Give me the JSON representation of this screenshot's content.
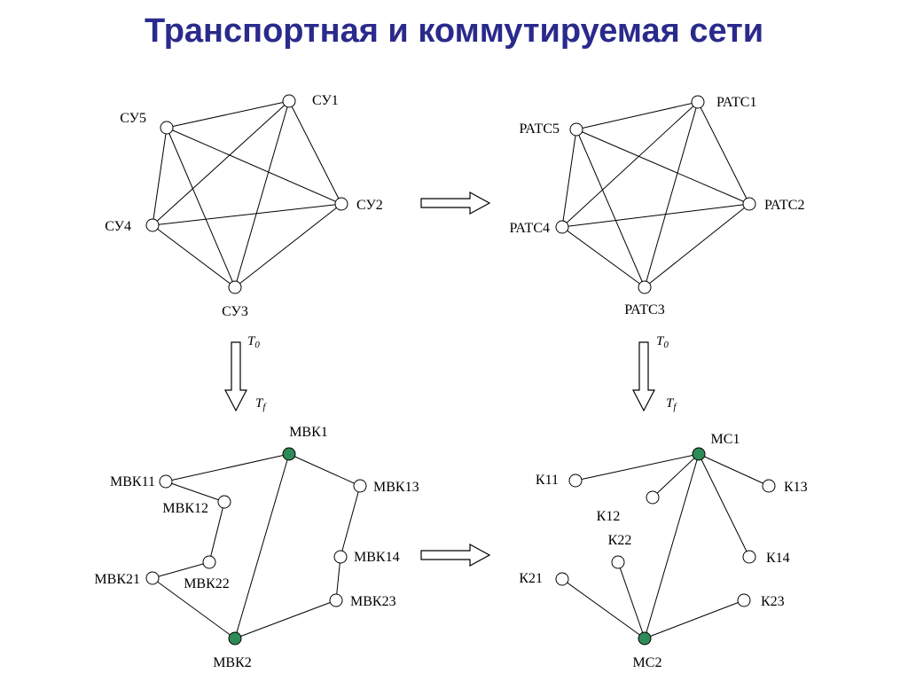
{
  "title": "Транспортная и коммутируемая сети",
  "arrow_labels": {
    "t0": "T",
    "t0_sub": "0",
    "tf": "T",
    "tf_sub": "f"
  },
  "colors": {
    "title": "#2a2a8c",
    "hub_node": "#2e8b57"
  },
  "graphs": [
    {
      "id": "su",
      "nodes": [
        {
          "id": "SU1",
          "label": "СУ1",
          "hub": false
        },
        {
          "id": "SU2",
          "label": "СУ2",
          "hub": false
        },
        {
          "id": "SU3",
          "label": "СУ3",
          "hub": false
        },
        {
          "id": "SU4",
          "label": "СУ4",
          "hub": false
        },
        {
          "id": "SU5",
          "label": "СУ5",
          "hub": false
        }
      ],
      "edges": [
        [
          "SU1",
          "SU2"
        ],
        [
          "SU1",
          "SU3"
        ],
        [
          "SU1",
          "SU4"
        ],
        [
          "SU1",
          "SU5"
        ],
        [
          "SU2",
          "SU3"
        ],
        [
          "SU2",
          "SU4"
        ],
        [
          "SU2",
          "SU5"
        ],
        [
          "SU3",
          "SU4"
        ],
        [
          "SU3",
          "SU5"
        ],
        [
          "SU4",
          "SU5"
        ]
      ]
    },
    {
      "id": "ratc",
      "nodes": [
        {
          "id": "R1",
          "label": "РАТС1",
          "hub": false
        },
        {
          "id": "R2",
          "label": "РАТС2",
          "hub": false
        },
        {
          "id": "R3",
          "label": "РАТС3",
          "hub": false
        },
        {
          "id": "R4",
          "label": "РАТС4",
          "hub": false
        },
        {
          "id": "R5",
          "label": "РАТС5",
          "hub": false
        }
      ],
      "edges": [
        [
          "R1",
          "R2"
        ],
        [
          "R1",
          "R3"
        ],
        [
          "R1",
          "R4"
        ],
        [
          "R1",
          "R5"
        ],
        [
          "R2",
          "R3"
        ],
        [
          "R2",
          "R4"
        ],
        [
          "R2",
          "R5"
        ],
        [
          "R3",
          "R4"
        ],
        [
          "R3",
          "R5"
        ],
        [
          "R4",
          "R5"
        ]
      ]
    },
    {
      "id": "mvk",
      "nodes": [
        {
          "id": "MVK1",
          "label": "МВК1",
          "hub": true
        },
        {
          "id": "MVK11",
          "label": "МВК11",
          "hub": false
        },
        {
          "id": "MVK12",
          "label": "МВК12",
          "hub": false
        },
        {
          "id": "MVK13",
          "label": "МВК13",
          "hub": false
        },
        {
          "id": "MVK14",
          "label": "МВК14",
          "hub": false
        },
        {
          "id": "MVK21",
          "label": "МВК21",
          "hub": false
        },
        {
          "id": "MVK22",
          "label": "МВК22",
          "hub": false
        },
        {
          "id": "MVK23",
          "label": "МВК23",
          "hub": false
        },
        {
          "id": "MVK2",
          "label": "МВК2",
          "hub": true
        }
      ],
      "edges": [
        [
          "MVK1",
          "MVK11"
        ],
        [
          "MVK11",
          "MVK12"
        ],
        [
          "MVK12",
          "MVK22"
        ],
        [
          "MVK22",
          "MVK21"
        ],
        [
          "MVK21",
          "MVK2"
        ],
        [
          "MVK1",
          "MVK2"
        ],
        [
          "MVK1",
          "MVK13"
        ],
        [
          "MVK13",
          "MVK14"
        ],
        [
          "MVK14",
          "MVK23"
        ],
        [
          "MVK23",
          "MVK2"
        ]
      ]
    },
    {
      "id": "mc",
      "nodes": [
        {
          "id": "MC1",
          "label": "МС1",
          "hub": true
        },
        {
          "id": "K11",
          "label": "К11",
          "hub": false
        },
        {
          "id": "K12",
          "label": "К12",
          "hub": false
        },
        {
          "id": "K13",
          "label": "К13",
          "hub": false
        },
        {
          "id": "K14",
          "label": "К14",
          "hub": false
        },
        {
          "id": "K22",
          "label": "К22",
          "hub": false
        },
        {
          "id": "K21",
          "label": "К21",
          "hub": false
        },
        {
          "id": "K23",
          "label": "К23",
          "hub": false
        },
        {
          "id": "MC2",
          "label": "МС2",
          "hub": true
        }
      ],
      "edges": [
        [
          "MC1",
          "K11"
        ],
        [
          "MC1",
          "K12"
        ],
        [
          "MC1",
          "K13"
        ],
        [
          "MC1",
          "K14"
        ],
        [
          "MC1",
          "MC2"
        ],
        [
          "K22",
          "MC2"
        ],
        [
          "K21",
          "MC2"
        ],
        [
          "K23",
          "MC2"
        ]
      ]
    }
  ]
}
